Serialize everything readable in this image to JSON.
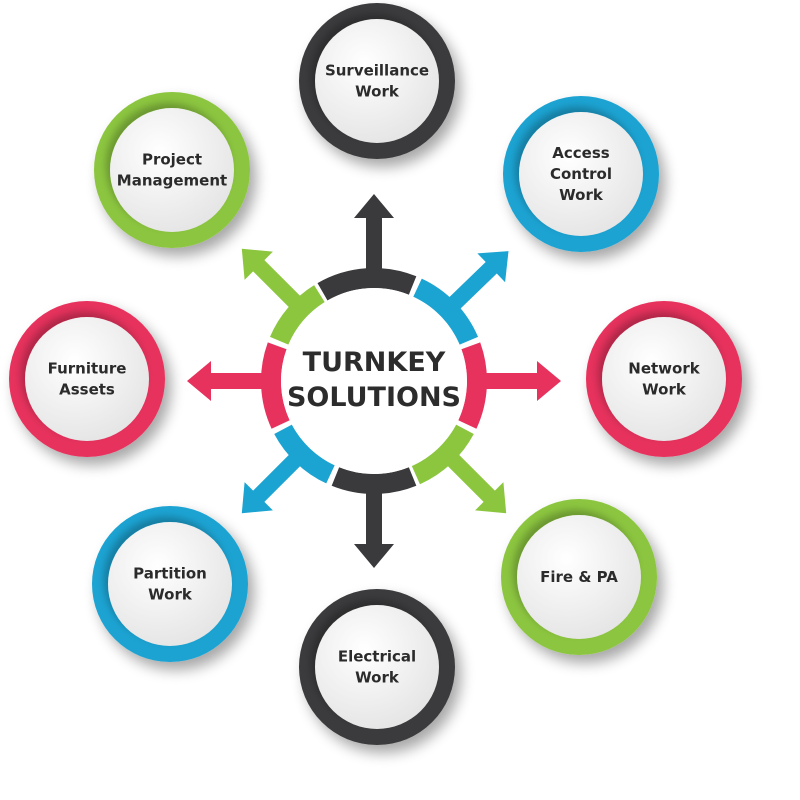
{
  "center": {
    "lines": [
      "TURNKEY",
      "SOLUTIONS"
    ]
  },
  "colors": {
    "dark": "#3a3a3c",
    "blue": "#1ba3d2",
    "red": "#e6325d",
    "green": "#8cc63f",
    "node_face": "#f1f1f1"
  },
  "nodes": [
    {
      "id": "surveillance",
      "lines": [
        "Surveillance",
        "Work"
      ],
      "color": "dark"
    },
    {
      "id": "access-control",
      "lines": [
        "Access",
        "Control",
        "Work"
      ],
      "color": "blue"
    },
    {
      "id": "network",
      "lines": [
        "Network",
        "Work"
      ],
      "color": "red"
    },
    {
      "id": "fire-pa",
      "lines": [
        "Fire & PA"
      ],
      "color": "green"
    },
    {
      "id": "electrical",
      "lines": [
        "Electrical",
        "Work"
      ],
      "color": "dark"
    },
    {
      "id": "partition",
      "lines": [
        "Partition",
        "Work"
      ],
      "color": "blue"
    },
    {
      "id": "furniture",
      "lines": [
        "Furniture",
        "Assets"
      ],
      "color": "red"
    },
    {
      "id": "project-management",
      "lines": [
        "Project",
        "Management"
      ],
      "color": "green"
    }
  ]
}
